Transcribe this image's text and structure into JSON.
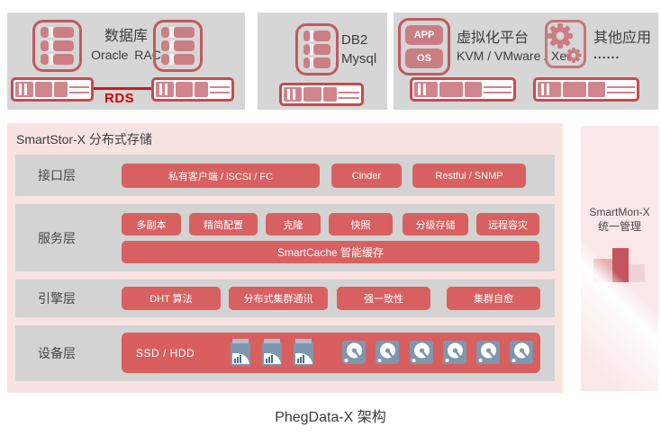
{
  "top_row": {
    "database_box": {
      "title": "数据库",
      "subtitle": "Oracle RAC",
      "connection_label": "RDS"
    },
    "db_box": {
      "line1": "DB2",
      "line2": "Mysql"
    },
    "virtualization_box": {
      "app_badge": "APP",
      "os_badge": "OS",
      "title": "虚拟化平台",
      "subtitle": "KVM / VMware / Xen"
    },
    "other_apps_box": {
      "title": "其他应用",
      "subtitle": "......"
    }
  },
  "storage_panel": {
    "title": "SmartStor-X 分布式存储",
    "layers": [
      {
        "label": "接口层",
        "buttons": [
          "私有客户端 / iSCSI / FC",
          "Cinder",
          "Restful / SNMP"
        ]
      },
      {
        "label": "服务层",
        "buttons": [
          "多副本",
          "精简配置",
          "克隆",
          "快照",
          "分级存储",
          "远程容灾"
        ],
        "wide_button": "SmartCache 智能缓存"
      },
      {
        "label": "引擎层",
        "buttons": [
          "DHT 算法",
          "分布式集群通讯",
          "强一致性",
          "集群自愈"
        ]
      },
      {
        "label": "设备层",
        "device_label": "SSD / HDD"
      }
    ]
  },
  "monitor_panel": {
    "title": "SmartMon-X",
    "subtitle": "统一管理"
  },
  "caption": "PhegData-X 架构",
  "icons": {
    "database": "database-stack-icon",
    "app_os": "app-os-stack-icon",
    "gears": "gears-icon",
    "server": "server-node-icon",
    "ssd": "ssd-card-icon",
    "hdd": "hdd-disk-icon",
    "bar_chart": "bar-chart-icon"
  },
  "colors": {
    "box_gray": "#d6d6d6",
    "panel_pink": "#f8e2e2",
    "row_gray": "#d3d3d3",
    "accent_red": "#d96060",
    "icon_mauve": "#cb7e84",
    "icon_border": "#c05a60",
    "server_border": "#c74b4f",
    "rds_red": "#d40000",
    "device_blue": "#7e96ae",
    "text_dark": "#3d3d3d"
  }
}
